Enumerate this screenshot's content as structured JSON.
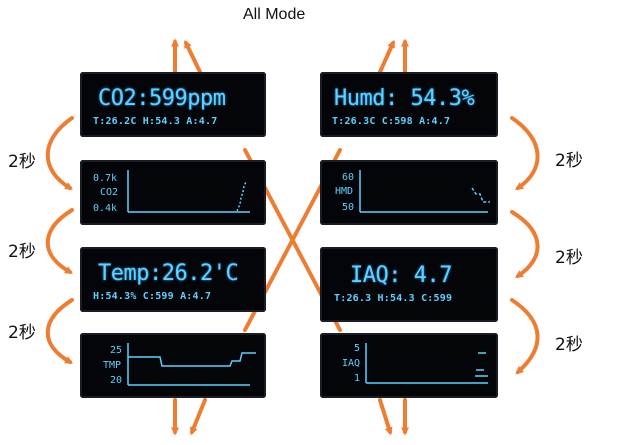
{
  "title": "All Mode",
  "interval_label": "2秒",
  "colors": {
    "arrow": "#ed7d31",
    "screen_text": "#5ed1ff",
    "screen_bg": "#030509"
  },
  "left_column": {
    "co2_screen": {
      "big": "CO2:599ppm",
      "small": "T:26.2C H:54.3 A:4.7"
    },
    "co2_graph": {
      "label_max": "0.7k",
      "label_name": "CO2",
      "label_min": "0.4k"
    },
    "temp_screen": {
      "big": "Temp:26.2'C",
      "small": "H:54.3% C:599 A:4.7"
    },
    "tmp_graph": {
      "label_max": "25",
      "label_name": "TMP",
      "label_min": "20"
    }
  },
  "right_column": {
    "humd_screen": {
      "big": "Humd: 54.3%",
      "small": "T:26.3C C:598 A:4.7"
    },
    "hmd_graph": {
      "label_max": "60",
      "label_name": "HMD",
      "label_min": "50"
    },
    "iaq_screen": {
      "big": "IAQ: 4.7",
      "small": "T:26.3 H:54.3 C:599"
    },
    "iaq_graph": {
      "label_max": "5",
      "label_name": "IAQ",
      "label_min": "1"
    }
  }
}
